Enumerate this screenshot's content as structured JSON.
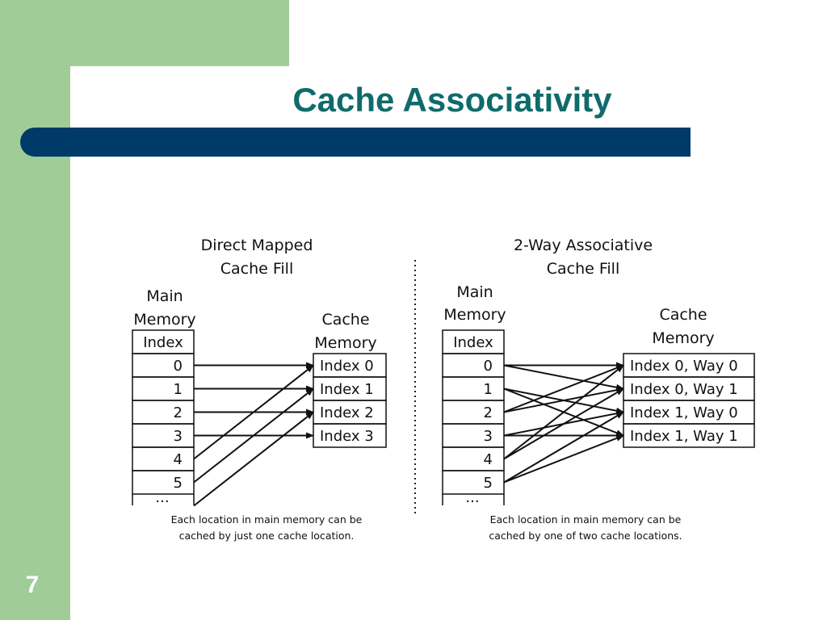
{
  "slide": {
    "title": "Cache Associativity",
    "page_number": "7"
  },
  "colors": {
    "green": "#a0cc98",
    "blue_bar": "#003a68",
    "title_teal": "#0f6b6b"
  },
  "direct_mapped": {
    "title_line1": "Direct Mapped",
    "title_line2": "Cache Fill",
    "main_label_line1": "Main",
    "main_label_line2": "Memory",
    "index_header": "Index",
    "main_rows": [
      "0",
      "1",
      "2",
      "3",
      "4",
      "5",
      "..."
    ],
    "cache_label_line1": "Cache",
    "cache_label_line2": "Memory",
    "cache_rows": [
      "Index 0",
      "Index 1",
      "Index 2",
      "Index 3"
    ],
    "mapping": [
      [
        0,
        0
      ],
      [
        1,
        1
      ],
      [
        2,
        2
      ],
      [
        3,
        3
      ],
      [
        4,
        0
      ],
      [
        5,
        1
      ],
      [
        6,
        2
      ]
    ],
    "caption_line1": "Each location in main memory can be",
    "caption_line2": "cached by just one cache location."
  },
  "two_way": {
    "title_line1": "2-Way Associative",
    "title_line2": "Cache Fill",
    "main_label_line1": "Main",
    "main_label_line2": "Memory",
    "index_header": "Index",
    "main_rows": [
      "0",
      "1",
      "2",
      "3",
      "4",
      "5",
      "..."
    ],
    "cache_label_line1": "Cache",
    "cache_label_line2": "Memory",
    "cache_rows": [
      "Index 0, Way 0",
      "Index 0, Way 1",
      "Index 1, Way 0",
      "Index 1, Way 1"
    ],
    "mapping": [
      [
        0,
        0
      ],
      [
        0,
        1
      ],
      [
        1,
        2
      ],
      [
        1,
        3
      ],
      [
        2,
        0
      ],
      [
        2,
        1
      ],
      [
        3,
        2
      ],
      [
        3,
        3
      ],
      [
        4,
        0
      ],
      [
        4,
        1
      ],
      [
        5,
        2
      ],
      [
        5,
        3
      ]
    ],
    "caption_line1": "Each location in main memory can be",
    "caption_line2": "cached by one of two cache locations."
  }
}
